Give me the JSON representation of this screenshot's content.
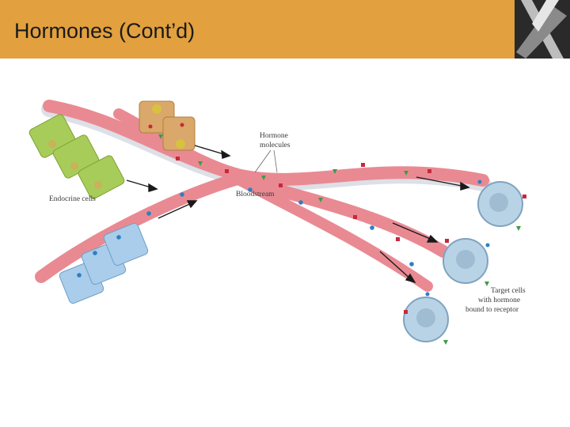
{
  "slide": {
    "title": "Hormones (Cont’d)"
  },
  "diagram": {
    "labels": {
      "hormone_molecules_line1": "Hormone",
      "hormone_molecules_line2": "molecules",
      "bloodstream": "Bloodstream",
      "endocrine_cells": "Endocrine cells",
      "target_line1": "Target cells",
      "target_line2": "with hormone",
      "target_line3": "bound to receptor"
    },
    "colors": {
      "header": "#e2a03f",
      "vessel": "#e98a93",
      "green_cells": "#a8cc5a",
      "tan_cells": "#d9a86a",
      "blue_cells": "#a9cdea",
      "target_cells": "#b9d3e6",
      "hormone_green": "#3e9b4a",
      "hormone_red": "#c8283a",
      "hormone_blue": "#2f7fc1"
    }
  }
}
